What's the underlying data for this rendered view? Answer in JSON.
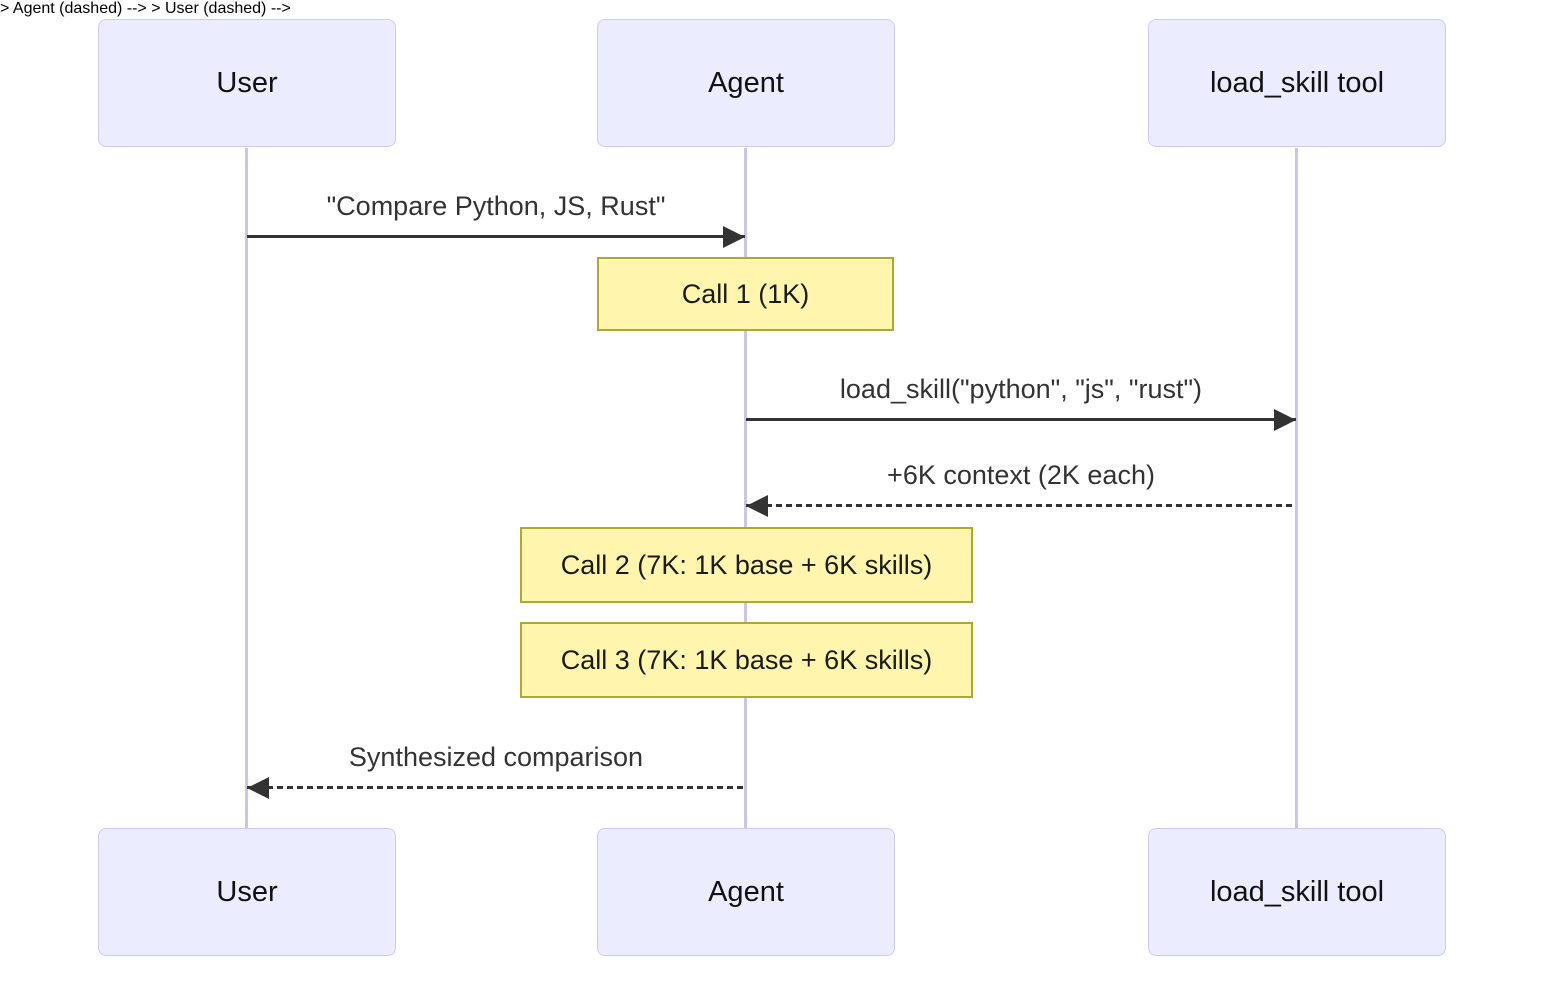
{
  "diagram_type": "sequence-diagram",
  "actors": [
    {
      "id": "user",
      "label": "User"
    },
    {
      "id": "agent",
      "label": "Agent"
    },
    {
      "id": "tool",
      "label": "load_skill tool"
    }
  ],
  "messages": [
    {
      "from": "user",
      "to": "agent",
      "line": "solid",
      "direction": "right",
      "text": "\"Compare Python, JS, Rust\""
    },
    {
      "from": "agent",
      "to": "tool",
      "line": "solid",
      "direction": "right",
      "text": "load_skill(\"python\", \"js\", \"rust\")"
    },
    {
      "from": "tool",
      "to": "agent",
      "line": "dashed",
      "direction": "left",
      "text": "+6K context (2K each)"
    },
    {
      "from": "agent",
      "to": "user",
      "line": "dashed",
      "direction": "left",
      "text": "Synthesized comparison"
    }
  ],
  "notes": [
    {
      "over": "agent",
      "text": "Call 1 (1K)"
    },
    {
      "over": "agent",
      "text": "Call 2 (7K: 1K base + 6K skills)"
    },
    {
      "over": "agent",
      "text": "Call 3 (7K: 1K base + 6K skills)"
    }
  ],
  "theme": {
    "background": "#FFFFFF",
    "actor_fill": "#ECECFF",
    "actor_border": "#CFC9EF",
    "actor_text": "#111111",
    "lifeline_color": "#CCC4EA",
    "note_fill": "#FFF5AD",
    "note_border": "#AAAA33",
    "note_text": "#1A1A1A",
    "message_color": "#333333"
  }
}
